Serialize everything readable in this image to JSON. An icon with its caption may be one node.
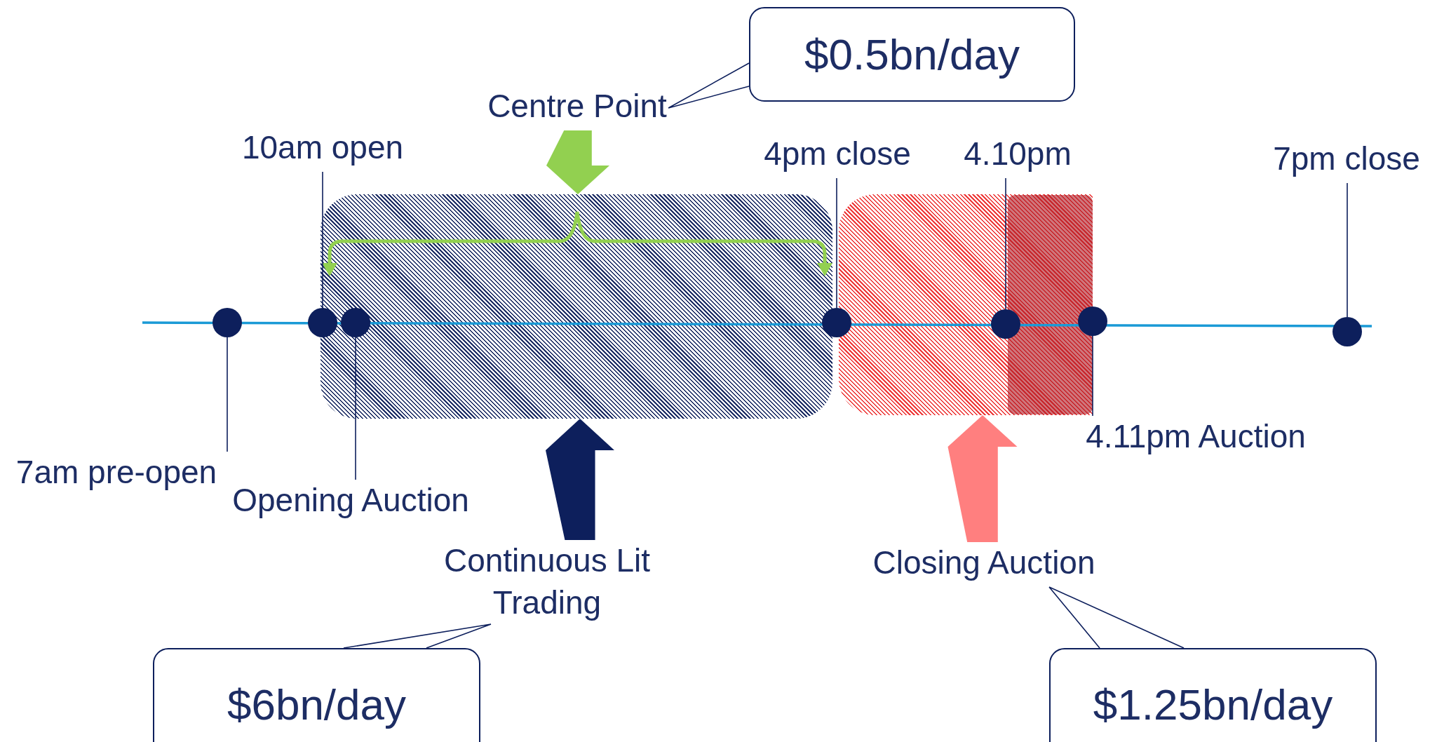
{
  "diagram": {
    "nodes": [
      {
        "text": [
          "Centre Point"
        ]
      },
      {
        "text": [
          "$0.5bn/day"
        ]
      },
      {
        "text": [
          "10am open"
        ]
      },
      {
        "text": [
          "4pm close"
        ]
      },
      {
        "text": [
          "4.10pm"
        ]
      },
      {
        "text": [
          "7pm close"
        ]
      },
      {
        "text": [],
        "shape": "circle"
      },
      {
        "text": [],
        "shape": "circle"
      },
      {
        "text": [],
        "shape": "circle",
        "in": 20
      },
      {
        "text": [],
        "shape": "circle"
      },
      {
        "text": [],
        "shape": "circle",
        "in": 21
      },
      {
        "text": [],
        "shape": "circle"
      },
      {
        "text": [],
        "shape": "circle"
      },
      {
        "text": [
          "7am pre-open"
        ]
      },
      {
        "text": [
          "Opening Auction"
        ]
      },
      {
        "text": [
          "4.11pm Auction"
        ]
      },
      {
        "text": [
          "Continuous Lit Trading"
        ]
      },
      {
        "text": [
          "Closing Auction"
        ]
      },
      {
        "text": [
          "$6bn/day"
        ]
      },
      {
        "text": [
          "$1.25bn/day"
        ]
      },
      {
        "text": [],
        "shape": "box"
      },
      {
        "text": [],
        "shape": "box"
      },
      {
        "text": [],
        "shape": "box",
        "in": 21
      }
    ],
    "edges": [
      {
        "from": 1,
        "to": 0,
        "arrow": "none"
      },
      {
        "from": 18,
        "to": 16,
        "arrow": "none"
      },
      {
        "from": 19,
        "to": 17,
        "arrow": "none"
      },
      {
        "from": 2,
        "to": 7,
        "arrow": "none"
      },
      {
        "from": 3,
        "to": 9,
        "arrow": "none"
      },
      {
        "from": 4,
        "to": 10,
        "arrow": "none"
      },
      {
        "from": 5,
        "to": 12,
        "arrow": "none"
      },
      {
        "from": 13,
        "to": 6,
        "arrow": "none"
      },
      {
        "from": 14,
        "to": 8,
        "arrow": "none"
      },
      {
        "from": 15,
        "to": 11,
        "arrow": "none"
      },
      {
        "from": 0,
        "to": 20,
        "arrow": "to",
        "style": "thick",
        "color": "#92d050"
      },
      {
        "from": 16,
        "to": 20,
        "arrow": "to",
        "style": "thick",
        "color": "#0d1f5c"
      },
      {
        "from": 17,
        "to": 21,
        "arrow": "to",
        "style": "thick",
        "color": "#ff7f7f"
      }
    ]
  }
}
